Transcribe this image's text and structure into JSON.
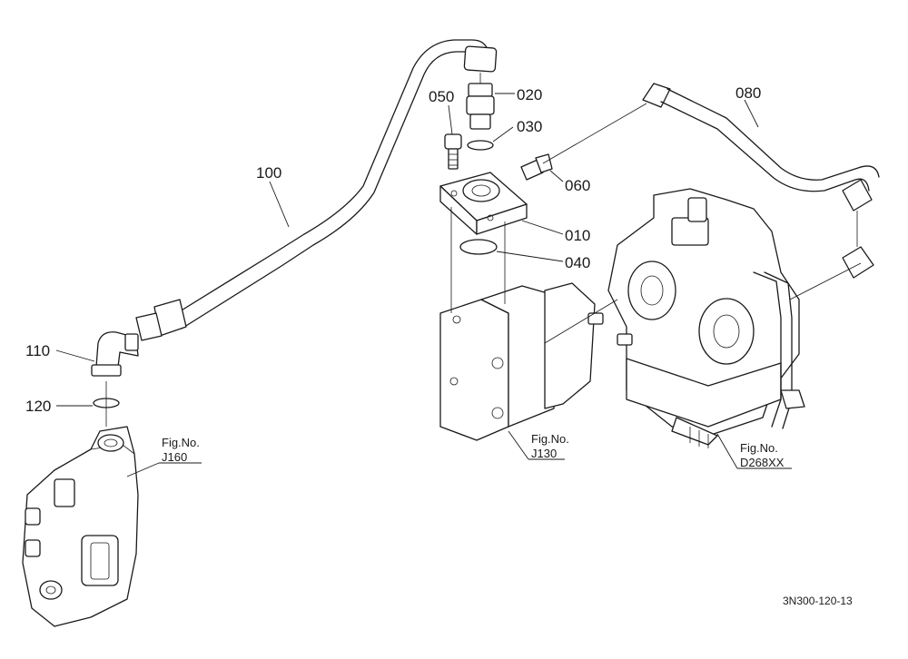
{
  "callouts": {
    "c010": "010",
    "c020": "020",
    "c030": "030",
    "c040": "040",
    "c050": "050",
    "c060": "060",
    "c080": "080",
    "c100": "100",
    "c110": "110",
    "c120": "120"
  },
  "references": {
    "j160": {
      "title": "Fig.No.",
      "number": "J160"
    },
    "j130": {
      "title": "Fig.No.",
      "number": "J130"
    },
    "d268": {
      "title": "Fig.No.",
      "number": "D268XX"
    }
  },
  "drawing_code": "3N300-120-13",
  "colors": {
    "line": "#1a1a1a",
    "background": "#ffffff"
  }
}
